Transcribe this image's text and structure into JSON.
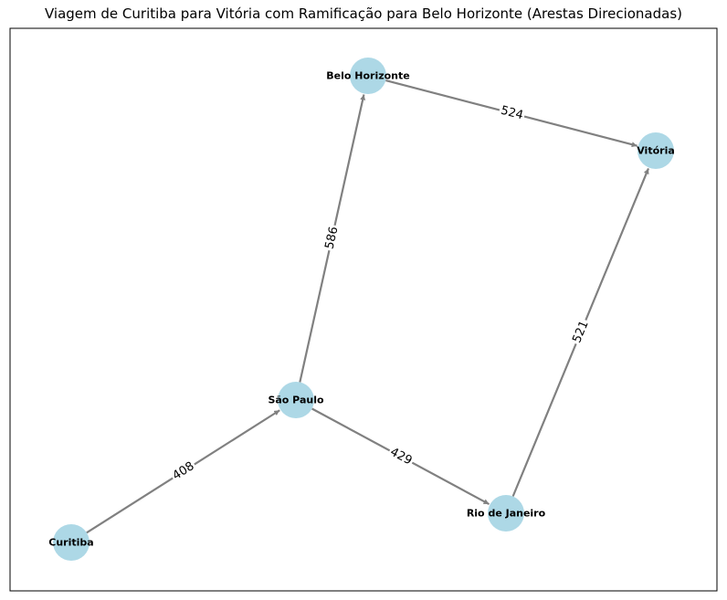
{
  "title": "Viagem de Curitiba para Vitória com Ramificação para Belo Horizonte (Arestas Direcionadas)",
  "colors": {
    "node_fill": "#add8e6",
    "edge": "#808080",
    "frame": "#000000",
    "background": "#ffffff"
  },
  "nodes": [
    {
      "id": "curitiba",
      "label": "Curitiba"
    },
    {
      "id": "saopaulo",
      "label": "São Paulo"
    },
    {
      "id": "rio",
      "label": "Rio de Janeiro"
    },
    {
      "id": "bh",
      "label": "Belo Horizonte"
    },
    {
      "id": "vitoria",
      "label": "Vitória"
    }
  ],
  "edges": [
    {
      "from": "curitiba",
      "to": "saopaulo",
      "label": "408"
    },
    {
      "from": "saopaulo",
      "to": "rio",
      "label": "429"
    },
    {
      "from": "saopaulo",
      "to": "bh",
      "label": "586"
    },
    {
      "from": "rio",
      "to": "vitoria",
      "label": "521"
    },
    {
      "from": "bh",
      "to": "vitoria",
      "label": "524"
    }
  ]
}
